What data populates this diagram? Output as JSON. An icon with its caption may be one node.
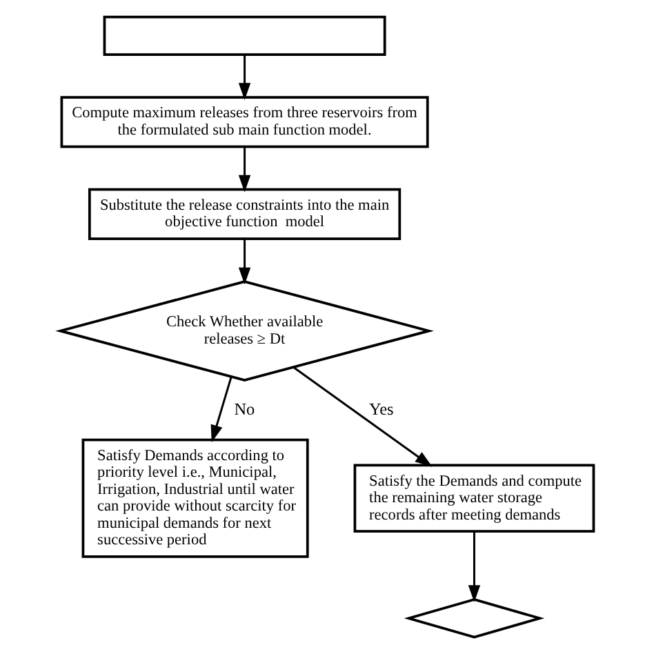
{
  "diagram": {
    "nodes": [
      {
        "text": [],
        "shape": "box"
      },
      {
        "text": [
          "Compute maximum releases from three reservoirs from the formulated sub main function model."
        ]
      },
      {
        "text": [
          "Substitute the release constraints into the main objective function  model"
        ]
      },
      {
        "text": [
          "Check Whether available releases ≥ Dt"
        ]
      },
      {
        "text": [
          "Satisfy Demands according to priority level i.e., Municipal, Irrigation, Industrial until water can provide without scarcity for municipal demands for next successive period"
        ]
      },
      {
        "text": [
          "Satisfy the Demands and compute the remaining water storage records after meeting demands"
        ]
      },
      {
        "text": [],
        "shape": "diamond"
      }
    ],
    "edges": [
      {
        "from": 0,
        "to": 1,
        "arrow": "to"
      },
      {
        "from": 1,
        "to": 2,
        "arrow": "to"
      },
      {
        "from": 2,
        "to": 3,
        "arrow": "to"
      },
      {
        "from": 3,
        "to": 4,
        "arrow": "to",
        "label": "No"
      },
      {
        "from": 3,
        "to": 5,
        "arrow": "to",
        "label": "Yes"
      },
      {
        "from": 5,
        "to": 6,
        "arrow": "to"
      }
    ]
  }
}
